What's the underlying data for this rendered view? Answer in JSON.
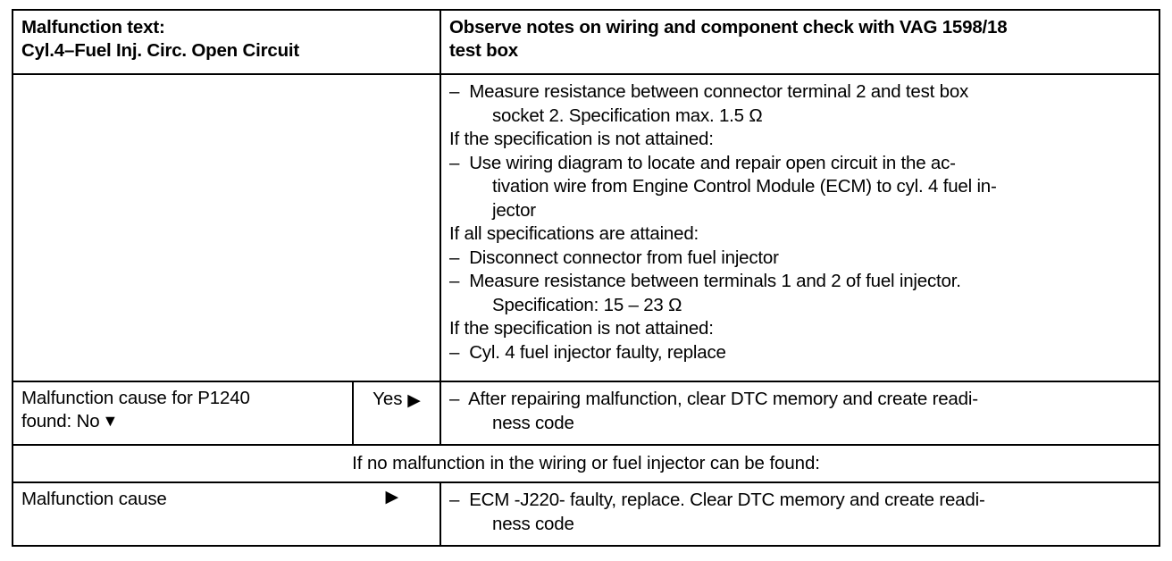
{
  "document": {
    "type": "diagnostic-table",
    "header": {
      "left_label": "Malfunction text:",
      "left_value": "Cyl.4–Fuel Inj. Circ. Open Circuit",
      "right_line1": "Observe notes on wiring and component check with VAG 1598/18",
      "right_line2": "test box"
    },
    "steps": [
      {
        "kind": "dash",
        "lines": [
          "Measure resistance between connector terminal 2 and test box",
          "socket 2.  Specification max. 1.5 Ω"
        ]
      },
      {
        "kind": "plain",
        "lines": [
          "If the specification is not attained:"
        ]
      },
      {
        "kind": "dash",
        "lines": [
          "Use wiring diagram to locate and repair open circuit in the ac-",
          "tivation wire from Engine Control Module (ECM) to cyl. 4 fuel in-",
          "jector"
        ]
      },
      {
        "kind": "plain",
        "lines": [
          "If all specifications are attained:"
        ]
      },
      {
        "kind": "dash",
        "lines": [
          "Disconnect connector from fuel injector"
        ]
      },
      {
        "kind": "dash",
        "lines": [
          "Measure resistance between terminals 1 and 2 of fuel injector.",
          "Specification: 15 – 23 Ω"
        ]
      },
      {
        "kind": "plain",
        "lines": [
          "If the specification is not attained:"
        ]
      },
      {
        "kind": "dash",
        "lines": [
          "Cyl. 4 fuel injector faulty, replace"
        ]
      }
    ],
    "row_cause_found": {
      "label_line1": "Malfunction cause for P1240",
      "label_line2": "found: No",
      "dropdown_marker": "▼",
      "branch_label": "Yes",
      "branch_arrow": "▶",
      "action_lines": [
        "After repairing malfunction, clear DTC memory and create readi-",
        "ness code"
      ]
    },
    "row_banner": {
      "text": "If no malfunction in the wiring or fuel injector can be found:"
    },
    "row_cause_final": {
      "label": "Malfunction cause",
      "branch_arrow": "▶",
      "action_lines": [
        "ECM -J220- faulty, replace.  Clear DTC memory and create readi-",
        "ness code"
      ]
    },
    "symbols": {
      "dash": "–",
      "ohm": "Ω"
    },
    "colors": {
      "ink": "#000000",
      "paper": "#ffffff",
      "rule": "#000000"
    }
  }
}
